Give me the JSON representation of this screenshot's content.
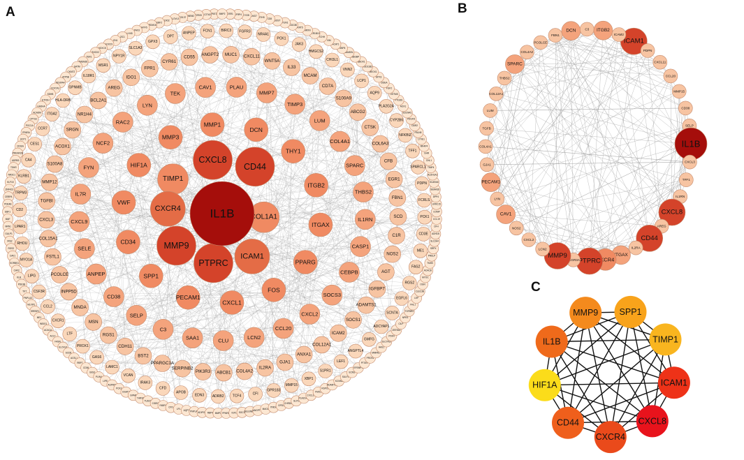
{
  "panels": {
    "A": {
      "letter": "A",
      "inner": [
        {
          "label": "IL1B",
          "tier": "t1"
        }
      ],
      "ring1": [
        {
          "label": "CXCL8",
          "tier": "t2"
        },
        {
          "label": "CD44",
          "tier": "t2"
        },
        {
          "label": "COL1A1",
          "tier": "t4"
        },
        {
          "label": "ICAM1",
          "tier": "t3"
        },
        {
          "label": "PTPRC",
          "tier": "t2"
        },
        {
          "label": "MMP9",
          "tier": "t2"
        },
        {
          "label": "CXCR4",
          "tier": "t3"
        },
        {
          "label": "TIMP1",
          "tier": "t4"
        }
      ],
      "ring2": [
        "DCN",
        "THY1",
        "ITGB2",
        "ITGAX",
        "PPARG",
        "FOS",
        "CXCL1",
        "PECAM1",
        "SPP1",
        "CD34",
        "VWF",
        "HIF1A",
        "MMP3",
        "MMP1"
      ],
      "ring3": [
        "PLAU",
        "MMP7",
        "TIMP3",
        "LUM",
        "COL4A1",
        "SPARC",
        "THBS2",
        "IL1RN",
        "CASP1",
        "CEBPB",
        "SOCS3",
        "CXCL2",
        "CCL20",
        "LCN2",
        "CLU",
        "SAA1",
        "C3",
        "SELP",
        "CD38",
        "ANPEP",
        "SELE",
        "CXCL9",
        "IL7R",
        "FYN",
        "NCF2",
        "RAC2",
        "LYN",
        "TEK",
        "CAV1"
      ],
      "ring4": [
        "MUC1",
        "CXCL11",
        "WNT5A",
        "IL33",
        "MCAM",
        "CD7A",
        "S100A9",
        "ABCG2",
        "CTSK",
        "COL6A3",
        "CFB",
        "EGR1",
        "FBN1",
        "SCD",
        "C1R",
        "NOS2",
        "AGT",
        "IGFBP7",
        "ADAMTS1",
        "SOCS1",
        "ICAM2",
        "COL12A1",
        "ANXA1",
        "GJA1",
        "IL2RA",
        "COL4A2",
        "ABCB1",
        "PIK3R3",
        "SERPINB2",
        "PPARGC1A",
        "BST2",
        "CDH11",
        "RGS1",
        "MSN",
        "MNDA",
        "INPP5D",
        "PCOLCE",
        "FSTL1",
        "COL15A1",
        "CXCL3",
        "TGFBI",
        "MMP12",
        "S100A8",
        "ACOX1",
        "SRGN",
        "NR1H4",
        "BCL2A1",
        "AREG",
        "IDO1",
        "FPR1",
        "CYR61",
        "CD55",
        "ANGPT2"
      ],
      "ring5": [
        "BIRC3",
        "FGFR3",
        "NR4A1",
        "PCK1",
        "JAK3",
        "HMGCS2",
        "CHI3L1",
        "VNN2",
        "LCP1",
        "AQP9",
        "PLA2G2A",
        "CYP2B6",
        "NFKBIZ",
        "TFF1",
        "SPARCL1",
        "PDPN",
        "FCRLS",
        "PCK1",
        "CD3E",
        "ME1",
        "FAS2",
        "RGS2",
        "EGFL6",
        "SCN7A",
        "ADCYAP1",
        "GMFG",
        "ANGPTL4",
        "LEF1",
        "S1PR1",
        "XBP1",
        "MMP15",
        "GPR183",
        "CFI",
        "TCF4",
        "ADRB2",
        "EDN3",
        "APOB",
        "CFD",
        "IRAK3",
        "VCAN",
        "LAMC1",
        "GAS6",
        "PROX1",
        "LTF",
        "CXCR1",
        "CCL2",
        "CSF3R",
        "LIPG",
        "MYO1A",
        "RHOU",
        "LPAR1",
        "CD2",
        "TRPM3",
        "KLRB1",
        "CA4",
        "CES1",
        "CCR7",
        "ITGA2",
        "HLA-DRB",
        "GPNMB",
        "IL18R1",
        "MSR1",
        "NPY1R",
        "SLC1A3",
        "GPX3",
        "DPT",
        "ANPEP",
        "FCN1"
      ],
      "outer": [
        "BMP2",
        "OSR1",
        "SFRP4",
        "CYGB",
        "LMO7",
        "ITIH5",
        "CD8",
        "SOST",
        "PLIN1",
        "CCDC80",
        "KRT5",
        "NRXN",
        "AKR1B10",
        "TCHH",
        "VIM",
        "ACAT1",
        "GBP5",
        "SAMD9L",
        "ABI3BP",
        "BBOX1",
        "HSD11B2",
        "MEOX1",
        "GPX3",
        "CIDEA",
        "FGF2",
        "GSTM5",
        "PTGDS",
        "AOX1",
        "SUCNR1",
        "PDGFD",
        "DDR2",
        "FBLN5",
        "LYVE1",
        "MFAP4",
        "GHR",
        "CHL1",
        "TIMP4",
        "ALDH1A1",
        "SCARA5",
        "SEMA3D",
        "DPP4",
        "LRRC15",
        "COMP",
        "CCL19",
        "CFH",
        "ADH1B",
        "SLC2A4",
        "SRPX",
        "PRELP",
        "TNXB",
        "ACACB",
        "MYOC",
        "OGN",
        "CLEC3B",
        "LEP",
        "FHL1",
        "TGFBR3",
        "NPR3",
        "CILP",
        "ZBTB16",
        "PDK4",
        "SLC7A10",
        "HAS1",
        "MMRN1",
        "PROS1",
        "PTGIS",
        "EFEMP1",
        "ECM2",
        "SULF1",
        "KCNN3",
        "ADAMTS5",
        "RSPO3",
        "FMO2",
        "CXCL14",
        "PLA2G4C",
        "SLIT3",
        "CHRDL1",
        "GPD1",
        "ITM2A",
        "MAOA",
        "ANGPTL1",
        "SELENBP1",
        "SGCG",
        "IGF1",
        "PPARG",
        "MMP2",
        "RBP4",
        "ADIPOQ",
        "PNPLA2",
        "AQP7",
        "LPL",
        "CFD",
        "FABP4",
        "CIDEC",
        "TUSC5",
        "THRSP",
        "GPAM",
        "DGAT2",
        "PCK2",
        "AGPAT2",
        "LIPE",
        "PLIN4",
        "G0S2",
        "CD36",
        "RBP7",
        "ACSL1",
        "SCD5",
        "ELOVL6",
        "FASN",
        "ACLY",
        "ACACA",
        "INSIG1",
        "ME1",
        "SREBF1",
        "MLXIPL",
        "PNPLA3",
        "TKT",
        "PDE3B",
        "KLB",
        "CAV2",
        "SORBS1",
        "CAV1",
        "RGS2",
        "IRS2",
        "GULP1",
        "NRN1",
        "MAF",
        "EBF1",
        "PDE4B",
        "CEBPA",
        "ZNF423",
        "KLF15",
        "NR3C1",
        "TSHR",
        "ADRB3",
        "PRKAR2B",
        "CIDEA",
        "UCP1",
        "PPARA",
        "PGC1A",
        "CPT1B",
        "ACADM",
        "HADHA",
        "ETFDH",
        "SDHB",
        "COX7A1",
        "NDUFA4",
        "ATP5B",
        "CKMT2",
        "GATM",
        "TMEM26",
        "TBX1",
        "SHOX2",
        "HOXC8",
        "HOXC9",
        "EN1",
        "ZIC1",
        "LHX8",
        "PAX3",
        "MYF5",
        "PRDM16",
        "EBF2",
        "DIO2",
        "ELOVL3",
        "CD137",
        "TMEM2",
        "P2RX5",
        "SLC27A2",
        "PAT2"
      ]
    },
    "B": {
      "letter": "B",
      "nodes": [
        {
          "label": "ICAM1",
          "tier": "t2"
        },
        {
          "label": "PDPN",
          "tier": "t6"
        },
        {
          "label": "CXCL11",
          "tier": "t6"
        },
        {
          "label": "CCL20",
          "tier": "t6"
        },
        {
          "label": "MMP15",
          "tier": "t6"
        },
        {
          "label": "CD38",
          "tier": "t6"
        },
        {
          "label": "SELP",
          "tier": "t6"
        },
        {
          "label": "IL1B",
          "tier": "t1"
        },
        {
          "label": "CXCL3",
          "tier": "t6"
        },
        {
          "label": "TFF1",
          "tier": "t6"
        },
        {
          "label": "IL1RN",
          "tier": "t6"
        },
        {
          "label": "CXCL8",
          "tier": "t2"
        },
        {
          "label": "AREG",
          "tier": "t6"
        },
        {
          "label": "CD44",
          "tier": "t2"
        },
        {
          "label": "IL2RA",
          "tier": "t6"
        },
        {
          "label": "ITGAX",
          "tier": "t5"
        },
        {
          "label": "CXCR4",
          "tier": "t4"
        },
        {
          "label": "PTPRC",
          "tier": "t2"
        },
        {
          "label": "FCGR3A",
          "tier": "t6"
        },
        {
          "label": "MMP9",
          "tier": "t2"
        },
        {
          "label": "LCN2",
          "tier": "t6"
        },
        {
          "label": "CXCL2",
          "tier": "t6"
        },
        {
          "label": "NOS2",
          "tier": "t6"
        },
        {
          "label": "CAV1",
          "tier": "t5"
        },
        {
          "label": "LYN",
          "tier": "t6"
        },
        {
          "label": "PECAM1",
          "tier": "t5"
        },
        {
          "label": "GJA1",
          "tier": "t6"
        },
        {
          "label": "COL4A1",
          "tier": "t6"
        },
        {
          "label": "TGFB",
          "tier": "t6"
        },
        {
          "label": "LUM",
          "tier": "t6"
        },
        {
          "label": "COL12A1",
          "tier": "t6"
        },
        {
          "label": "THBS2",
          "tier": "t6"
        },
        {
          "label": "SPARC",
          "tier": "t5"
        },
        {
          "label": "COL4A2",
          "tier": "t6"
        },
        {
          "label": "PCOLCE",
          "tier": "t6"
        },
        {
          "label": "FBN1",
          "tier": "t6"
        },
        {
          "label": "DCN",
          "tier": "t5"
        },
        {
          "label": "C3",
          "tier": "t6"
        },
        {
          "label": "ITGB2",
          "tier": "t5"
        },
        {
          "label": "ICAM2",
          "tier": "t6"
        }
      ]
    },
    "C": {
      "letter": "C",
      "nodes": [
        {
          "label": "SPP1",
          "color": "#f8a31b"
        },
        {
          "label": "TIMP1",
          "color": "#f9b51f"
        },
        {
          "label": "ICAM1",
          "color": "#ee3218"
        },
        {
          "label": "CXCL8",
          "color": "#e8131c"
        },
        {
          "label": "CXCR4",
          "color": "#ea4a1b"
        },
        {
          "label": "CD44",
          "color": "#ef5f1c"
        },
        {
          "label": "HIF1A",
          "color": "#fbdc1a"
        },
        {
          "label": "IL1B",
          "color": "#ef6a1b"
        },
        {
          "label": "MMP9",
          "color": "#f48a1d"
        }
      ]
    }
  },
  "colors": {
    "t1": "#a50e0b",
    "t2": "#d4432a",
    "t3": "#e46c46",
    "t4": "#f08a62",
    "t5": "#f4a37c",
    "t6": "#f7c4a2",
    "t7": "#fad7ba",
    "t8": "#fce7d2",
    "edge_light": "#9a9a9a",
    "edge_dark": "#111111",
    "node_stroke": "#c48a6c"
  }
}
